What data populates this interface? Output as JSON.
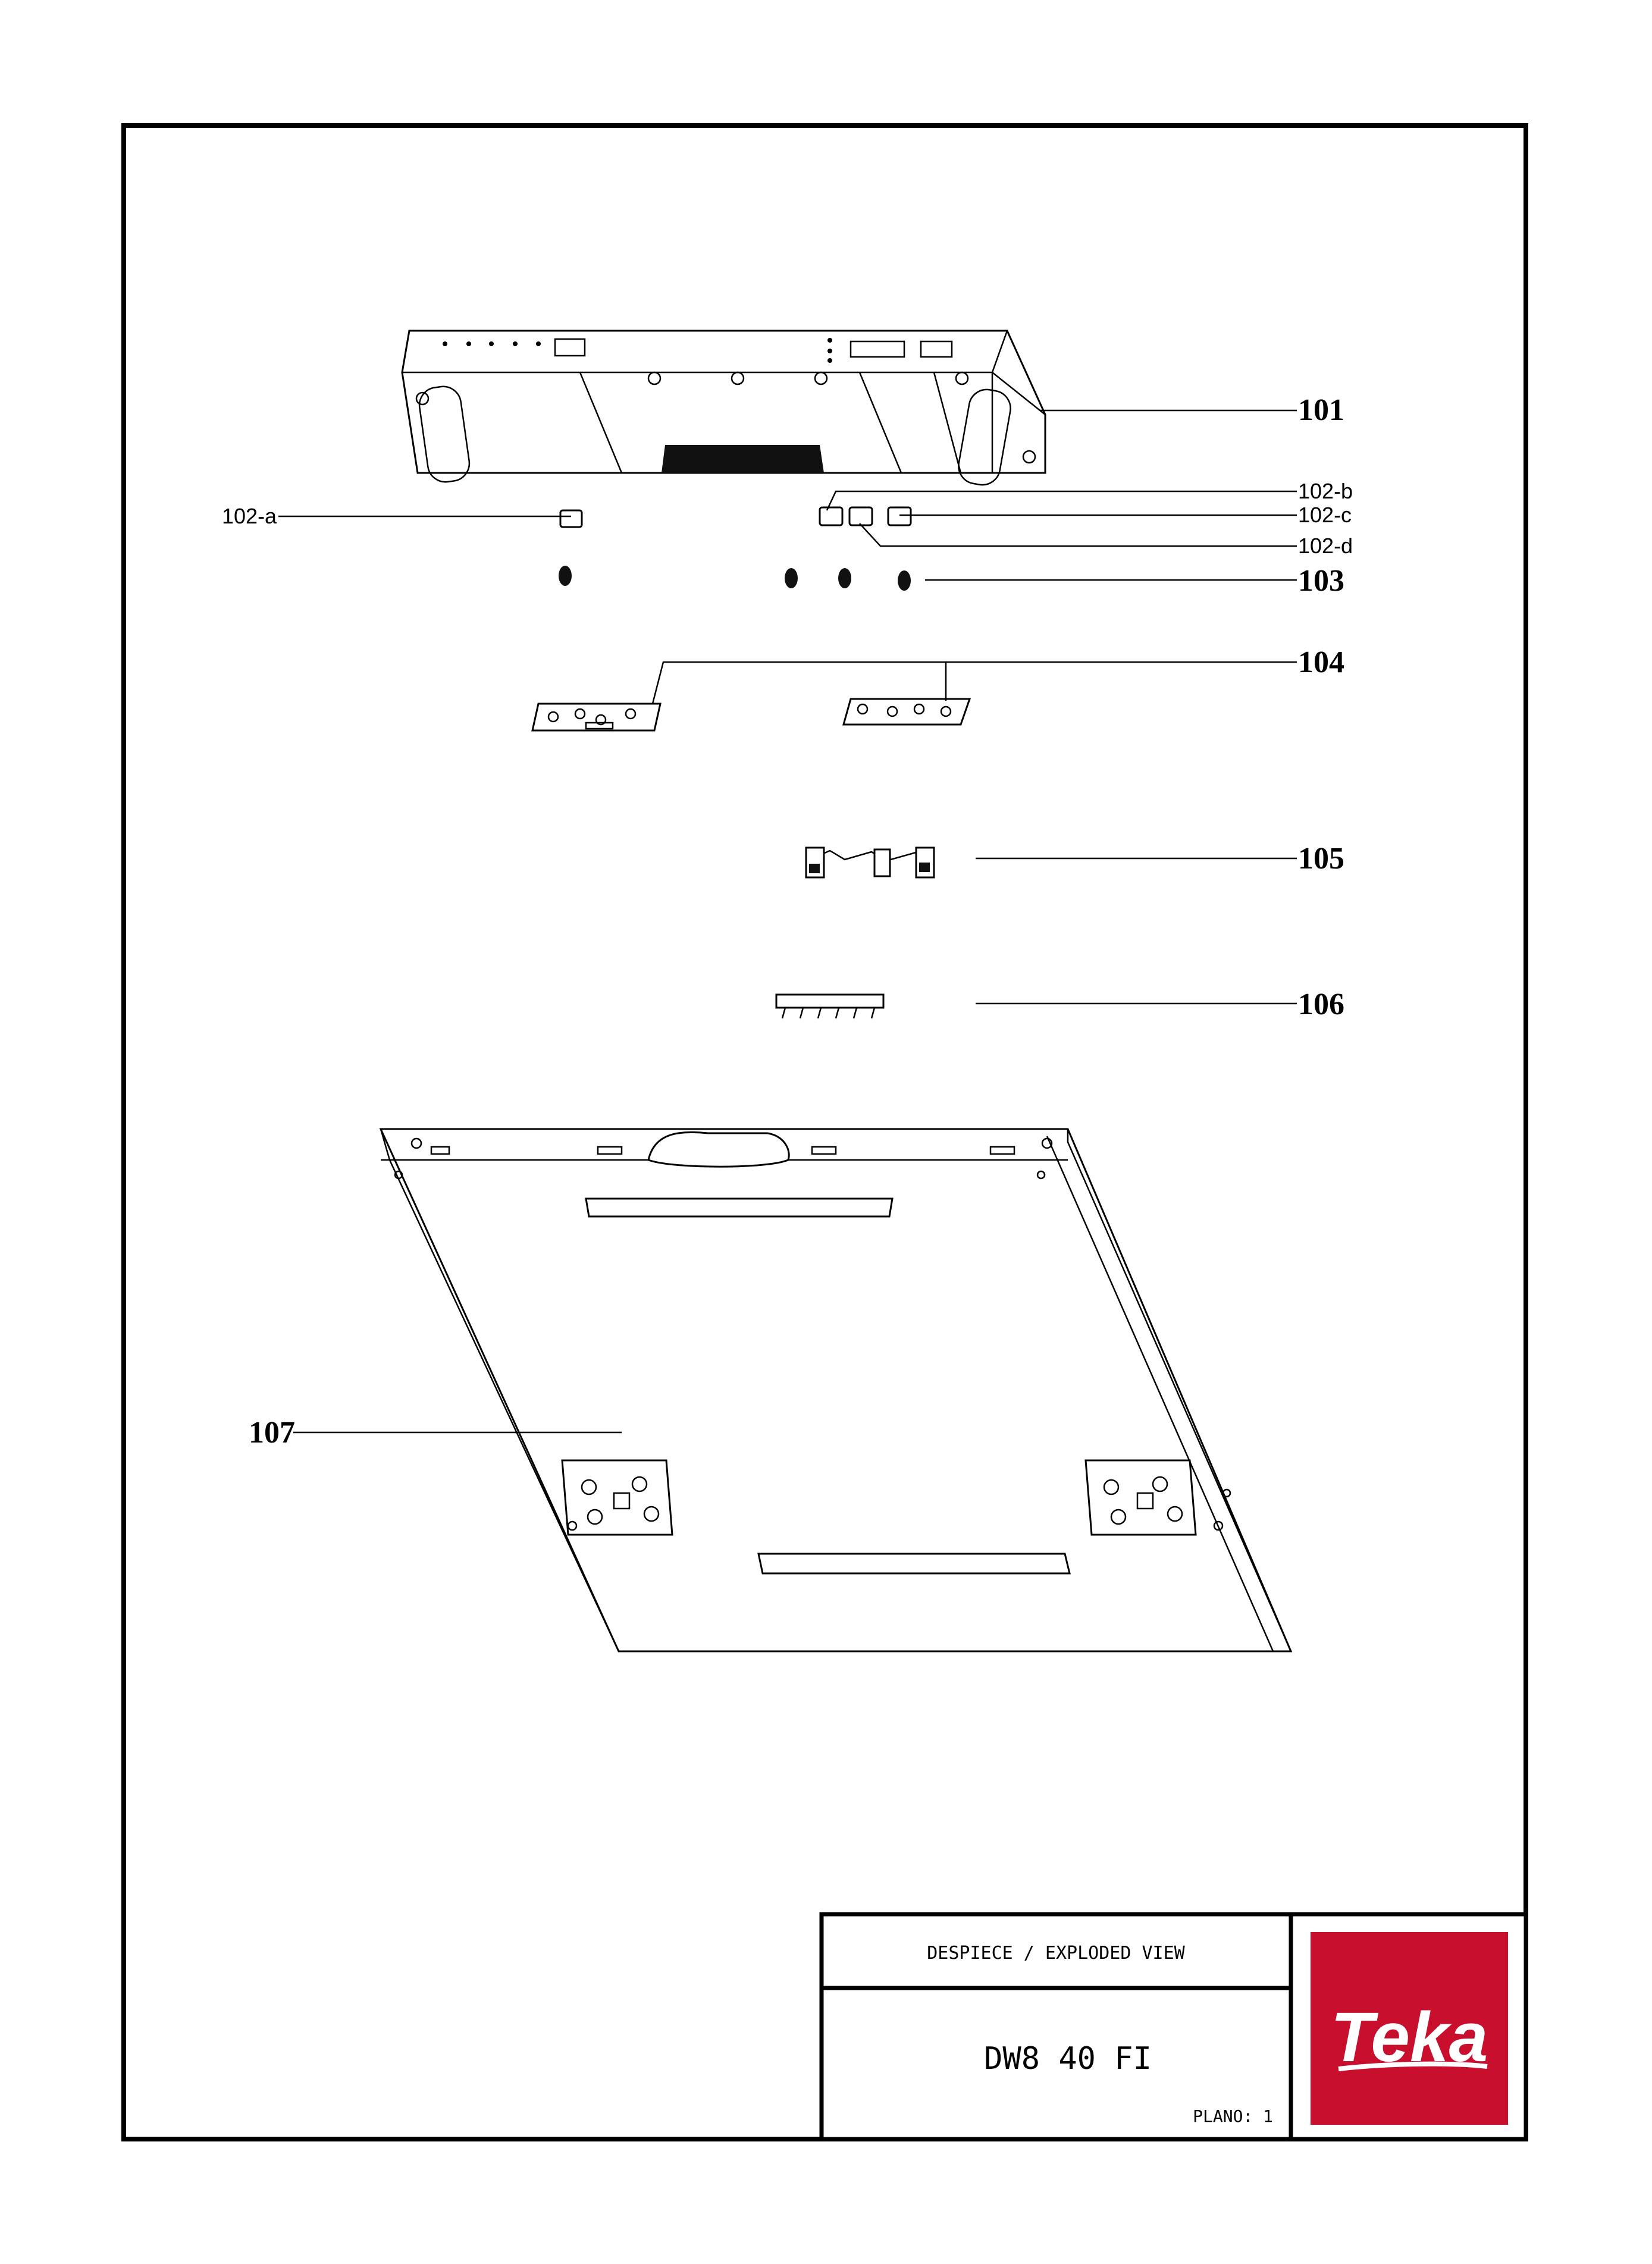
{
  "callouts": {
    "p101": "101",
    "p102a": "102-a",
    "p102b": "102-b",
    "p102c": "102-c",
    "p102d": "102-d",
    "p103": "103",
    "p104": "104",
    "p105": "105",
    "p106": "106",
    "p107": "107"
  },
  "title_block": {
    "view_title": "DESPIECE / EXPLODED VIEW",
    "model": "DW8 40 FI",
    "plano": "PLANO: 1"
  },
  "brand": {
    "logo_text": "Teka",
    "color": "#c8102e"
  }
}
